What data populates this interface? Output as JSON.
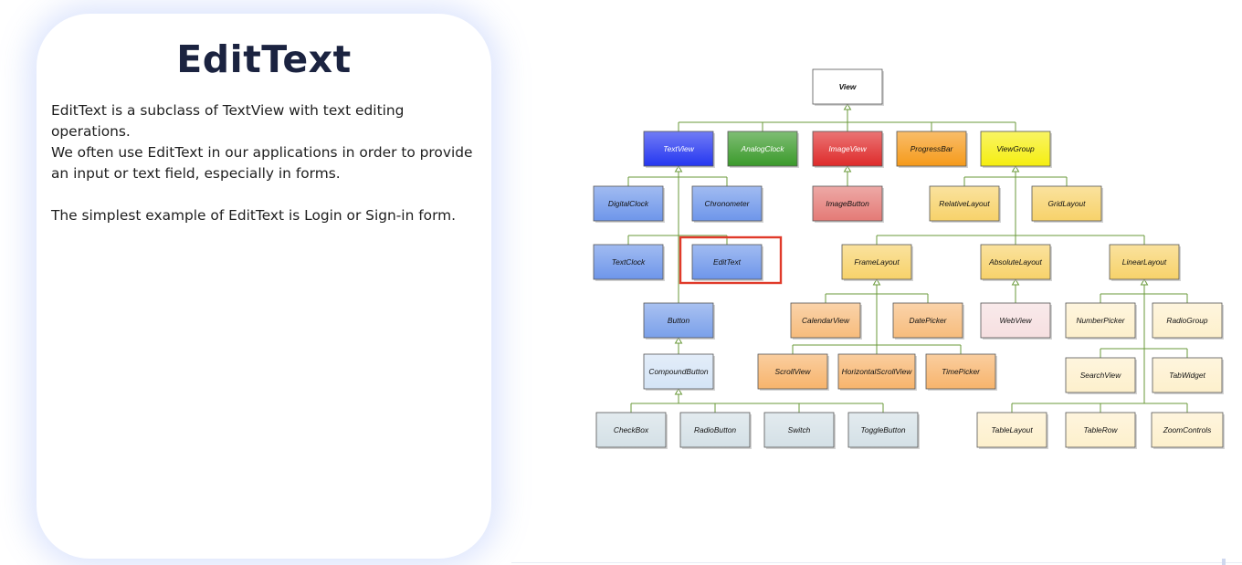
{
  "card": {
    "title": "EditText",
    "paragraphs": [
      "EditText is a subclass of TextView with text editing operations.",
      "We often use EditText in our applications in order to provide an input or text field, especially in forms.",
      "The simplest example of EditText is Login or Sign-in form."
    ]
  },
  "diagram": {
    "highlight_node": "EditText",
    "highlight_color": "#e03a2a",
    "line_color": "#6a9a3a",
    "nodes": [
      {
        "id": "View",
        "label": "View",
        "fill": "#ffffff",
        "bold": true
      },
      {
        "id": "TextView",
        "label": "TextView",
        "fill": "#2436f0"
      },
      {
        "id": "AnalogClock",
        "label": "AnalogClock",
        "fill": "#3a9a2a"
      },
      {
        "id": "ImageView",
        "label": "ImageView",
        "fill": "#de2a2a"
      },
      {
        "id": "ProgressBar",
        "label": "ProgressBar",
        "fill": "#f59a1a"
      },
      {
        "id": "ViewGroup",
        "label": "ViewGroup",
        "fill": "#f5ee10"
      },
      {
        "id": "DigitalClock",
        "label": "DigitalClock",
        "fill": "#6e96ea"
      },
      {
        "id": "Chronometer",
        "label": "Chronometer",
        "fill": "#6e96ea"
      },
      {
        "id": "ImageButton",
        "label": "ImageButton",
        "fill": "#e47a76"
      },
      {
        "id": "RelativeLayout",
        "label": "RelativeLayout",
        "fill": "#f7d26a"
      },
      {
        "id": "GridLayout",
        "label": "GridLayout",
        "fill": "#f7d26a"
      },
      {
        "id": "TextClock",
        "label": "TextClock",
        "fill": "#6e96ea"
      },
      {
        "id": "EditText",
        "label": "EditText",
        "fill": "#6e96ea"
      },
      {
        "id": "FrameLayout",
        "label": "FrameLayout",
        "fill": "#f7d26a"
      },
      {
        "id": "AbsoluteLayout",
        "label": "AbsoluteLayout",
        "fill": "#f7d26a"
      },
      {
        "id": "LinearLayout",
        "label": "LinearLayout",
        "fill": "#f7d26a"
      },
      {
        "id": "Button",
        "label": "Button",
        "fill": "#7aa0ea"
      },
      {
        "id": "CalendarView",
        "label": "CalendarView",
        "fill": "#f7bc7c"
      },
      {
        "id": "DatePicker",
        "label": "DatePicker",
        "fill": "#f7bc7c"
      },
      {
        "id": "WebView",
        "label": "WebView",
        "fill": "#f6dfe0"
      },
      {
        "id": "NumberPicker",
        "label": "NumberPicker",
        "fill": "#fdf0cc"
      },
      {
        "id": "RadioGroup",
        "label": "RadioGroup",
        "fill": "#fdf0cc"
      },
      {
        "id": "CompoundButton",
        "label": "CompoundButton",
        "fill": "#d4e4f6"
      },
      {
        "id": "ScrollView",
        "label": "ScrollView",
        "fill": "#f7b46c"
      },
      {
        "id": "HorizontalScrollView",
        "label": "HorizontalScrollView",
        "fill": "#f7b46c"
      },
      {
        "id": "TimePicker",
        "label": "TimePicker",
        "fill": "#f7b46c"
      },
      {
        "id": "SearchView",
        "label": "SearchView",
        "fill": "#fdf0cc"
      },
      {
        "id": "TabWidget",
        "label": "TabWidget",
        "fill": "#fdf0cc"
      },
      {
        "id": "CheckBox",
        "label": "CheckBox",
        "fill": "#d4e0e6"
      },
      {
        "id": "RadioButton",
        "label": "RadioButton",
        "fill": "#d4e0e6"
      },
      {
        "id": "Switch",
        "label": "Switch",
        "fill": "#d4e0e6"
      },
      {
        "id": "ToggleButton",
        "label": "ToggleButton",
        "fill": "#d4e0e6"
      },
      {
        "id": "TableLayout",
        "label": "TableLayout",
        "fill": "#fdf0cc"
      },
      {
        "id": "TableRow",
        "label": "TableRow",
        "fill": "#fdf0cc"
      },
      {
        "id": "ZoomControls",
        "label": "ZoomControls",
        "fill": "#fdf0cc"
      }
    ],
    "edges": [
      [
        "View",
        "TextView"
      ],
      [
        "View",
        "AnalogClock"
      ],
      [
        "View",
        "ImageView"
      ],
      [
        "View",
        "ProgressBar"
      ],
      [
        "View",
        "ViewGroup"
      ],
      [
        "TextView",
        "DigitalClock"
      ],
      [
        "TextView",
        "Chronometer"
      ],
      [
        "TextView",
        "TextClock"
      ],
      [
        "TextView",
        "EditText"
      ],
      [
        "TextView",
        "Button"
      ],
      [
        "ImageView",
        "ImageButton"
      ],
      [
        "ViewGroup",
        "RelativeLayout"
      ],
      [
        "ViewGroup",
        "GridLayout"
      ],
      [
        "ViewGroup",
        "FrameLayout"
      ],
      [
        "ViewGroup",
        "AbsoluteLayout"
      ],
      [
        "ViewGroup",
        "LinearLayout"
      ],
      [
        "FrameLayout",
        "CalendarView"
      ],
      [
        "FrameLayout",
        "DatePicker"
      ],
      [
        "FrameLayout",
        "ScrollView"
      ],
      [
        "FrameLayout",
        "HorizontalScrollView"
      ],
      [
        "FrameLayout",
        "TimePicker"
      ],
      [
        "AbsoluteLayout",
        "WebView"
      ],
      [
        "LinearLayout",
        "NumberPicker"
      ],
      [
        "LinearLayout",
        "RadioGroup"
      ],
      [
        "LinearLayout",
        "SearchView"
      ],
      [
        "LinearLayout",
        "TabWidget"
      ],
      [
        "LinearLayout",
        "TableLayout"
      ],
      [
        "LinearLayout",
        "TableRow"
      ],
      [
        "LinearLayout",
        "ZoomControls"
      ],
      [
        "Button",
        "CompoundButton"
      ],
      [
        "CompoundButton",
        "CheckBox"
      ],
      [
        "CompoundButton",
        "RadioButton"
      ],
      [
        "CompoundButton",
        "Switch"
      ],
      [
        "CompoundButton",
        "ToggleButton"
      ]
    ]
  }
}
